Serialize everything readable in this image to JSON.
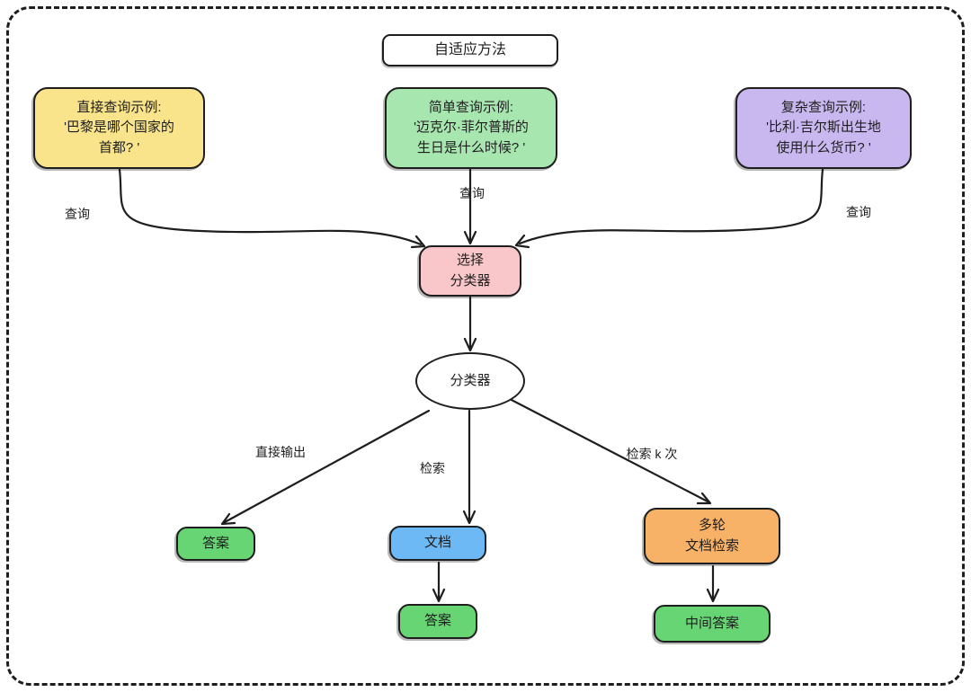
{
  "diagram": {
    "title": {
      "label": "自适应方法"
    },
    "nodes": {
      "direct_query_example": {
        "label": "直接查询示例:\n'巴黎是哪个国家的\n首都? '",
        "fill": "#F9E48B"
      },
      "simple_query_example": {
        "label": "简单查询示例:\n'迈克尔·菲尔普斯的\n生日是什么时候? '",
        "fill": "#A8E6B0"
      },
      "complex_query_example": {
        "label": "复杂查询示例:\n'比利·吉尔斯出生地\n使用什么货币? '",
        "fill": "#C9B8F0"
      },
      "select_classifier": {
        "label": "选择\n分类器",
        "fill": "#F9C6CA"
      },
      "classifier": {
        "label": "分类器",
        "fill": "#FFFFFF"
      },
      "answer_direct": {
        "label": "答案",
        "fill": "#67D574"
      },
      "document": {
        "label": "文档",
        "fill": "#6CB9F5"
      },
      "multi_round_retrieval": {
        "label": "多轮\n文档检索",
        "fill": "#F8B268"
      },
      "answer_single": {
        "label": "答案",
        "fill": "#67D574"
      },
      "intermediate_answer": {
        "label": "中间答案",
        "fill": "#67D574"
      }
    },
    "edge_labels": {
      "query_left": "查询",
      "query_middle": "查询",
      "query_right": "查询",
      "direct_output": "直接输出",
      "retrieve": "检索",
      "retrieve_k_times": "检索 k 次"
    },
    "colors": {
      "stroke": "#1E1E1E",
      "background": "#FFFFFF"
    }
  }
}
